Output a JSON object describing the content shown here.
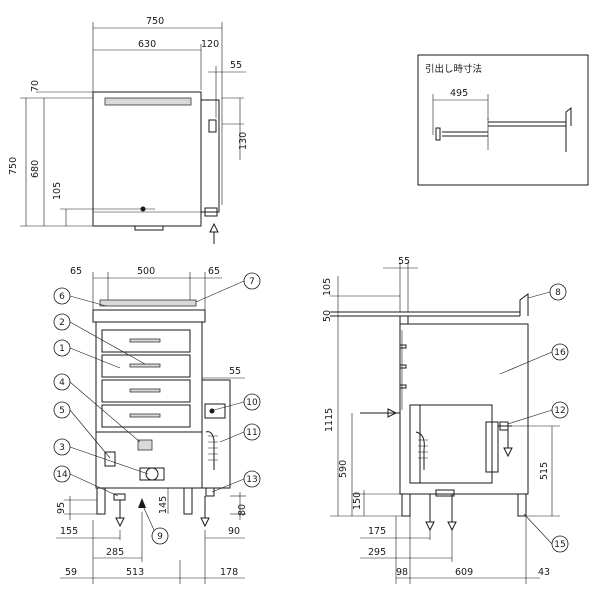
{
  "dims_top": {
    "width_total": "750",
    "width_body": "630",
    "width_side": "120",
    "side_pipe": "55",
    "top_offset": "70",
    "height_total": "750",
    "height_body": "680",
    "burner_height": "105",
    "pipe_130": "130"
  },
  "inset": {
    "title": "引出し時寸法",
    "drawer_extension": "495"
  },
  "dims_front": {
    "left_margin": "65",
    "inner_width": "500",
    "right_margin": "65",
    "side_pipe": "55",
    "foot_95": "95",
    "foot_145": "145",
    "foot_80": "80",
    "pipe_155": "155",
    "pipe_285": "285",
    "pipe_90": "90",
    "bottom_59": "59",
    "bottom_513": "513",
    "bottom_178": "178"
  },
  "dims_side": {
    "top_105": "105",
    "top_55": "55",
    "lip_50": "50",
    "height_1115": "1115",
    "height_590": "590",
    "height_515": "515",
    "height_150": "150",
    "depth_175": "175",
    "depth_295": "295",
    "bottom_98": "98",
    "bottom_609": "609",
    "bottom_43": "43"
  },
  "callouts": [
    "1",
    "2",
    "3",
    "4",
    "5",
    "6",
    "7",
    "8",
    "9",
    "10",
    "11",
    "12",
    "13",
    "14",
    "15",
    "16"
  ]
}
